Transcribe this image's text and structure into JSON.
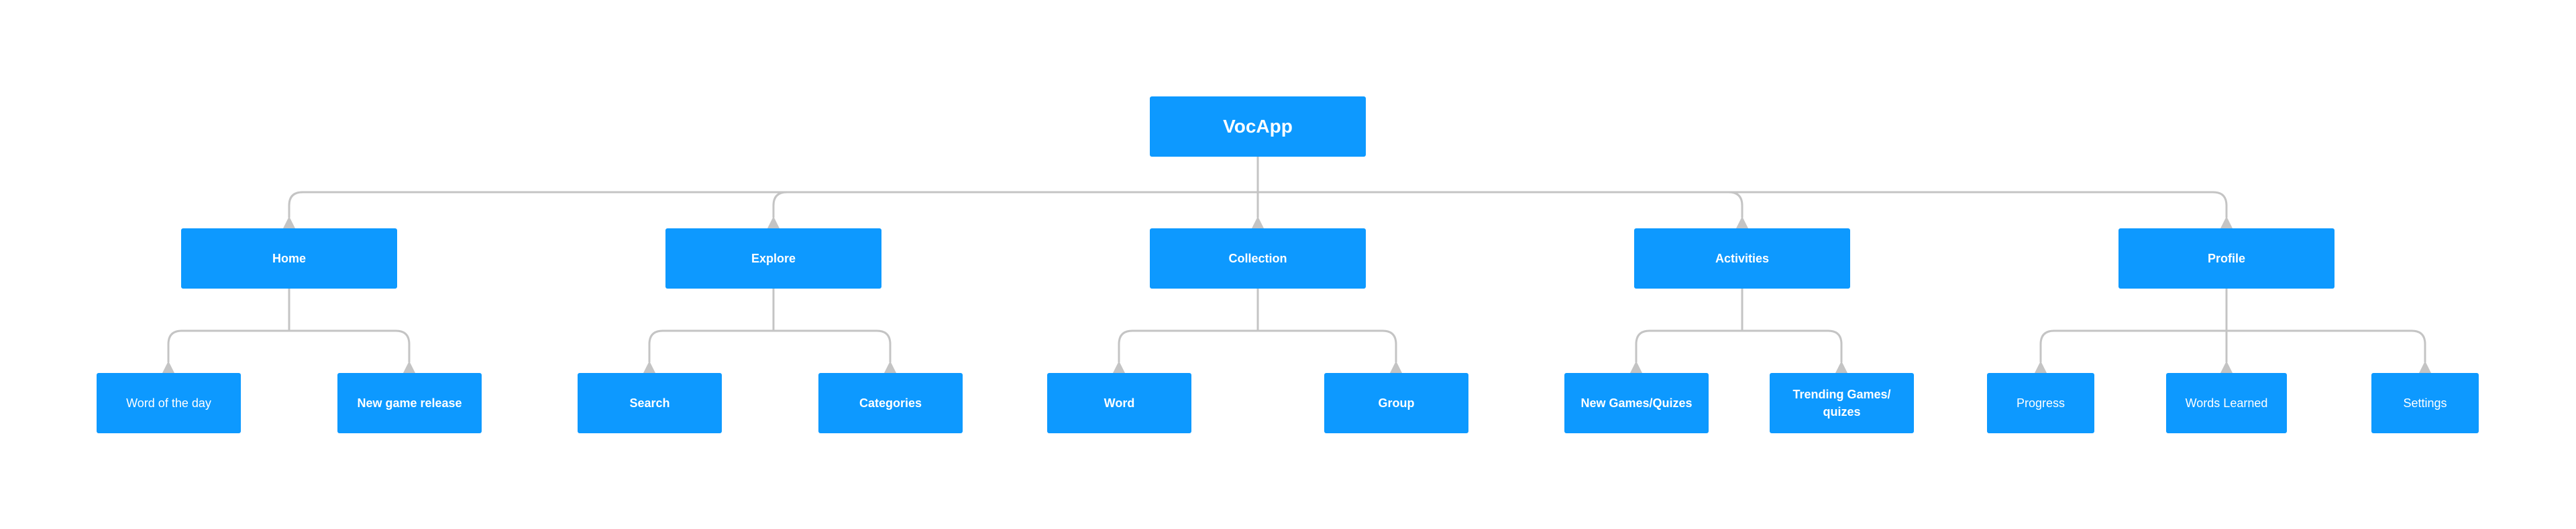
{
  "root": {
    "label": "VocApp"
  },
  "sections": [
    {
      "label": "Home",
      "children": [
        "Word of the day",
        "New game release"
      ]
    },
    {
      "label": "Explore",
      "children": [
        "Search",
        "Categories"
      ]
    },
    {
      "label": "Collection",
      "children": [
        "Word",
        "Group"
      ]
    },
    {
      "label": "Activities",
      "children": [
        "New Games/Quizes",
        "Trending Games/ quizes"
      ]
    },
    {
      "label": "Profile",
      "children": [
        "Progress",
        "Words Learned",
        "Settings"
      ]
    }
  ],
  "colors": {
    "node_fill": "#0d99ff",
    "node_text": "#ffffff",
    "connector": "#c4c4c4",
    "background": "#ffffff"
  }
}
